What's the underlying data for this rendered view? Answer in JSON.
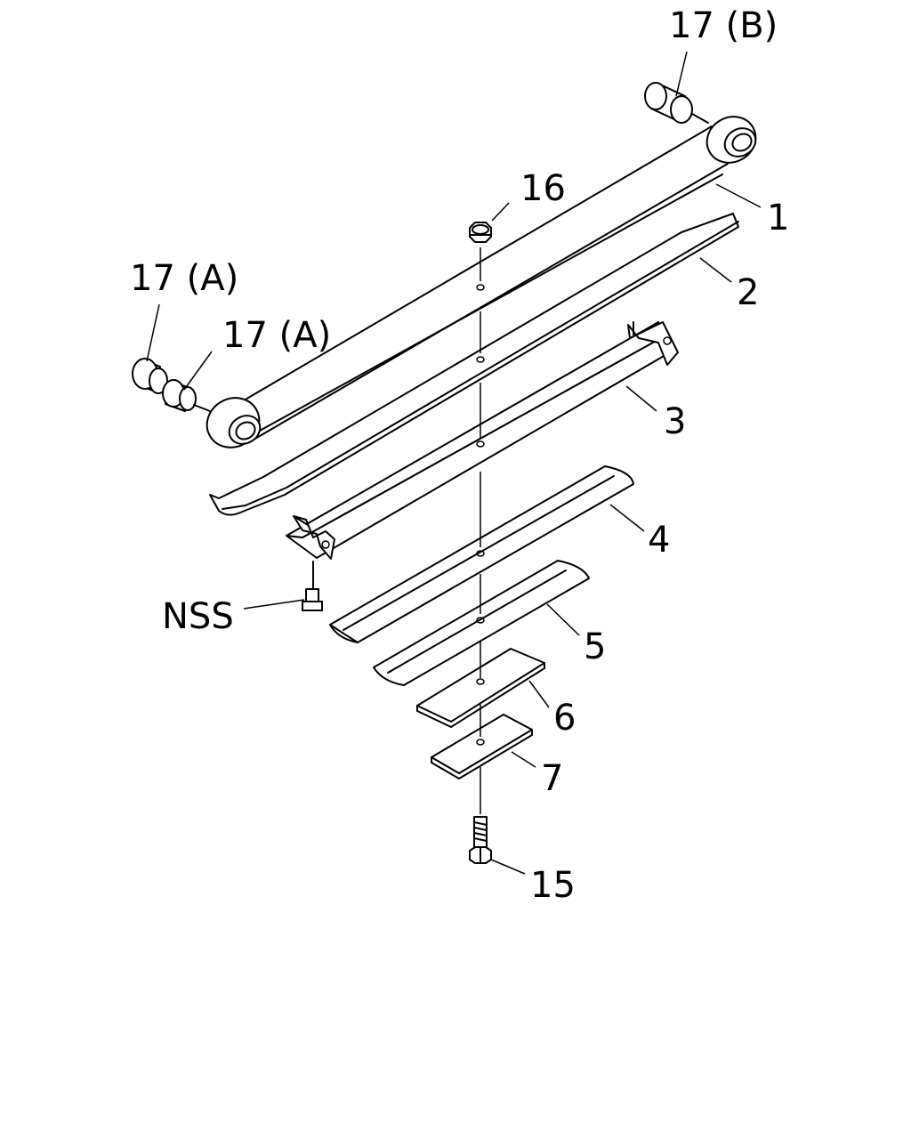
{
  "callouts": {
    "part_1": "1",
    "part_2": "2",
    "part_3": "3",
    "part_4": "4",
    "part_5": "5",
    "part_6": "6",
    "part_7": "7",
    "part_15": "15",
    "part_16": "16",
    "part_17a_outer": "17 (A)",
    "part_17a_inner": "17 (A)",
    "part_17b": "17 (B)",
    "nss": "NSS"
  }
}
